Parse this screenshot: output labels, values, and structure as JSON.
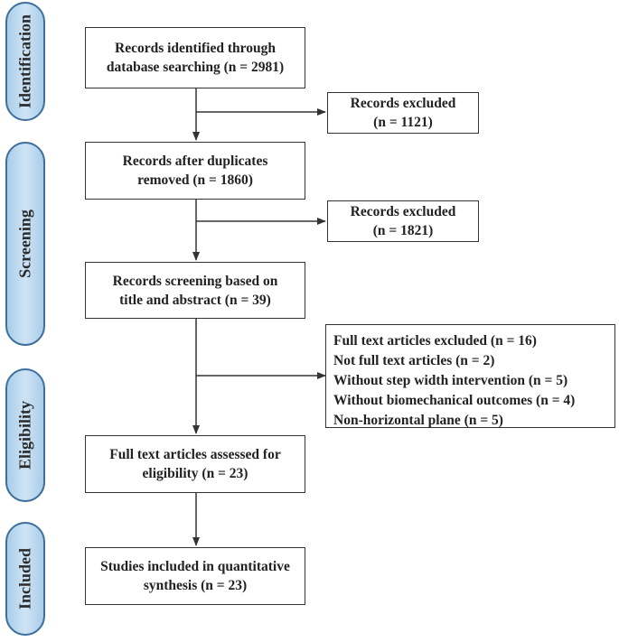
{
  "stages": {
    "identification": "Identification",
    "screening": "Screening",
    "eligibility": "Eligibility",
    "included": "Included"
  },
  "boxes": {
    "identified": [
      "Records identified through",
      "database searching (n = 2981)"
    ],
    "excluded_1": [
      "Records excluded",
      "(n = 1121)"
    ],
    "after_duplicates": [
      "Records after duplicates",
      "removed (n = 1860)"
    ],
    "excluded_2": [
      "Records excluded",
      "(n = 1821)"
    ],
    "screening": [
      "Records screening based on",
      "title and abstract (n = 39)"
    ],
    "fulltext_excluded": [
      "Full text articles  excluded (n = 16)",
      "Not full text  articles (n = 2)",
      "Without step width  intervention (n = 5)",
      "Without biomechanical outcomes (n = 4)",
      "Non-horizontal  plane (n = 5)"
    ],
    "assessed": [
      "Full text articles assessed for",
      "eligibility (n = 23)"
    ],
    "included": [
      "Studies included in quantitative",
      "synthesis (n = 23)"
    ]
  }
}
